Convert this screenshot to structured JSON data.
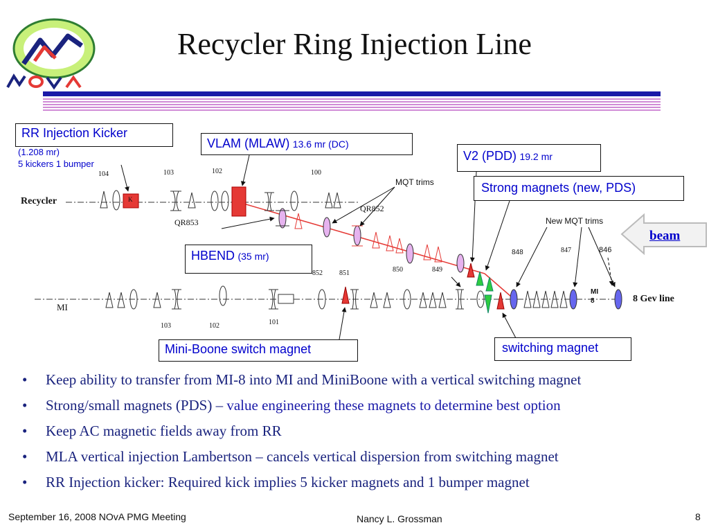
{
  "slide": {
    "title": "Recycler Ring Injection Line",
    "logo_text": "NOvA"
  },
  "callouts": {
    "rr_kicker_title": "RR Injection Kicker",
    "rr_kicker_sub1": "(1.208 mr)",
    "rr_kicker_sub2": "5 kickers 1 bumper",
    "vlam_title": "VLAM (MLAW)",
    "vlam_value": "13.6 mr (DC)",
    "v2_title": "V2 (PDD)",
    "v2_value": "19.2 mr",
    "strong_magnets": "Strong magnets (new, PDS)",
    "hbend_title": "HBEND",
    "hbend_value": "(35 mr)",
    "miniboone": "Mini-Boone switch magnet",
    "switching": "switching magnet",
    "beam": "beam"
  },
  "labels": {
    "recycler": "Recycler",
    "mi": "MI",
    "gev_line": "8 Gev line",
    "mqt_trims": "MQT trims",
    "new_mqt_trims": "New MQT trims",
    "qr852": "QR852",
    "qr853": "QR853",
    "mi8_a": "MI",
    "mi8_b": "8",
    "kicker_k": "K",
    "rr_104": "104",
    "rr_103": "103",
    "rr_102": "102",
    "rr_100": "100",
    "n852": "852",
    "n851": "851",
    "n850": "850",
    "n849": "849",
    "n848": "848",
    "n847": "847",
    "n846": "846",
    "mi_103": "103",
    "mi_102": "102",
    "mi_101": "101"
  },
  "bullets": [
    {
      "text": "Keep ability to transfer from MI-8 into MI and MiniBoone with a vertical switching magnet",
      "highlight": ""
    },
    {
      "text": "Strong/small magnets (PDS) – ",
      "highlight": "value engineering these magnets to determine best option"
    },
    {
      "text": "Keep AC magnetic fields away from RR",
      "highlight": ""
    },
    {
      "text": "MLA vertical injection Lambertson – cancels vertical dispersion from switching magnet",
      "highlight": ""
    },
    {
      "text": "RR Injection kicker: Required kick implies 5 kicker magnets and 1 bumper magnet",
      "highlight": ""
    }
  ],
  "bullet_symbol": "•",
  "footer": {
    "left": "September 16, 2008 NOvA PMG Meeting",
    "center": "Nancy L. Grossman",
    "page": "8"
  },
  "colors": {
    "title_text": "#111111",
    "bullet_text": "#1a237e",
    "callout_text": "#0000cc",
    "magnet_red": "#e53935",
    "magnet_green": "#2ecc40",
    "quad_violet": "#e6b3ef",
    "mi8_blue": "#6666ee",
    "header_bar": "#1a1aa8",
    "header_stripe": "#d08bd6"
  }
}
